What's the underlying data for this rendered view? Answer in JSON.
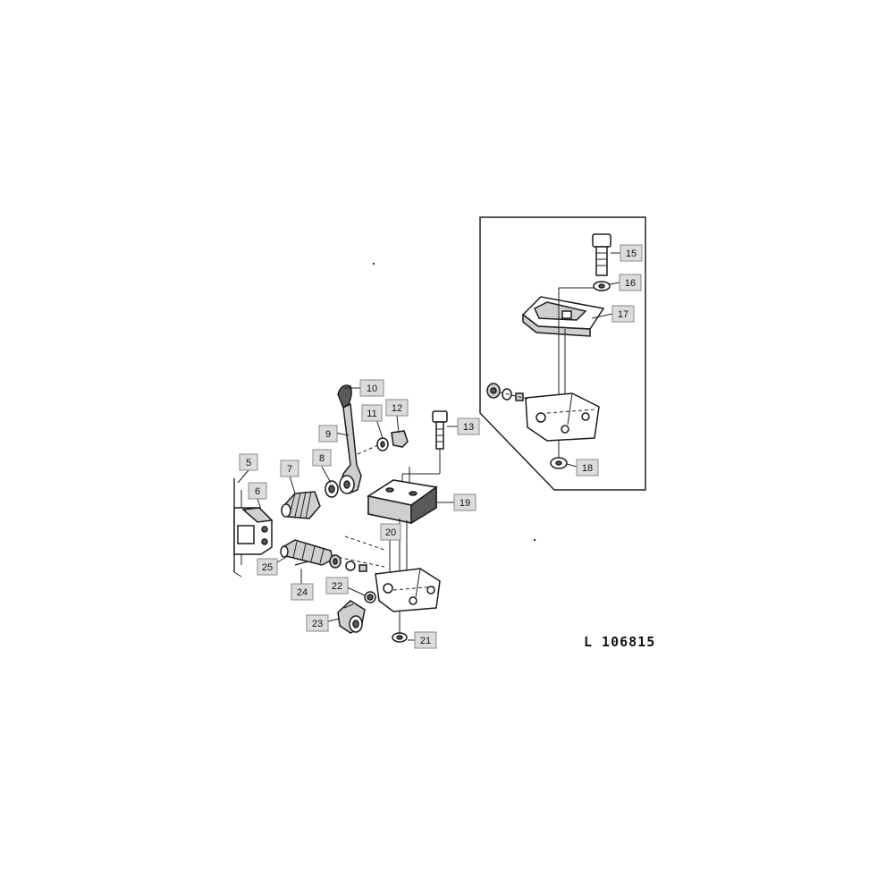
{
  "diagram": {
    "reference_code": "L 106815",
    "callouts": [
      "5",
      "6",
      "7",
      "8",
      "9",
      "10",
      "11",
      "12",
      "13",
      "15",
      "16",
      "17",
      "18",
      "19",
      "20",
      "21",
      "22",
      "23",
      "24",
      "25"
    ]
  }
}
